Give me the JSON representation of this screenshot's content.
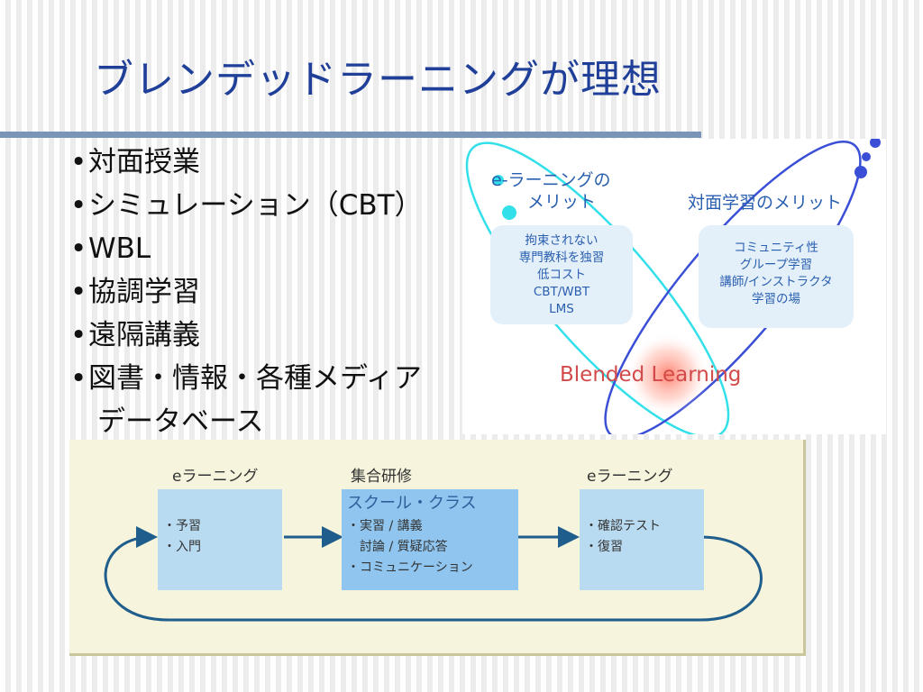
{
  "title": "ブレンデッドラーニングが理想",
  "bullets": [
    "対面授業",
    "シミュレーション（CBT）",
    "WBL",
    "協調学習",
    "遠隔講義",
    "図書・情報・各種メディア",
    "データベース"
  ],
  "bullet_mark": "•",
  "blend_diagram": {
    "e_title_line1": "e-ラーニングの",
    "e_title_line2": "メリット",
    "f2f_title": "対面学習のメリット",
    "e_merits": [
      "拘束されない",
      "専門教科を独習",
      "低コスト",
      "CBT/WBT",
      "LMS"
    ],
    "f2f_merits": [
      "コミュニティ性",
      "グループ学習",
      "講師/インストラクタ",
      "学習の場"
    ],
    "center_label": "Blended Learning",
    "colors": {
      "ellipse_left": "#33e0ea",
      "ellipse_right": "#3b4fd6",
      "center_text": "#d24a4a",
      "glow": "#ff9a86"
    }
  },
  "flow": {
    "left_header": "eラーニング",
    "mid_header": "集合研修",
    "right_header": "eラーニング",
    "left_items": [
      "・予習",
      "・入門"
    ],
    "mid_title": "スクール・クラス",
    "mid_items": [
      "・実習 / 講義",
      "　討論 / 質疑応答",
      "・コミュニケーション"
    ],
    "right_items": [
      "・確認テスト",
      "・復習"
    ],
    "colors": {
      "arrow": "#1f5d8c",
      "box": "#b9dbf2",
      "box_mid": "#8fc5ee",
      "panel": "#f6f4dc"
    }
  },
  "colors": {
    "title": "#1f3f99",
    "rule": "#7a95b8"
  }
}
